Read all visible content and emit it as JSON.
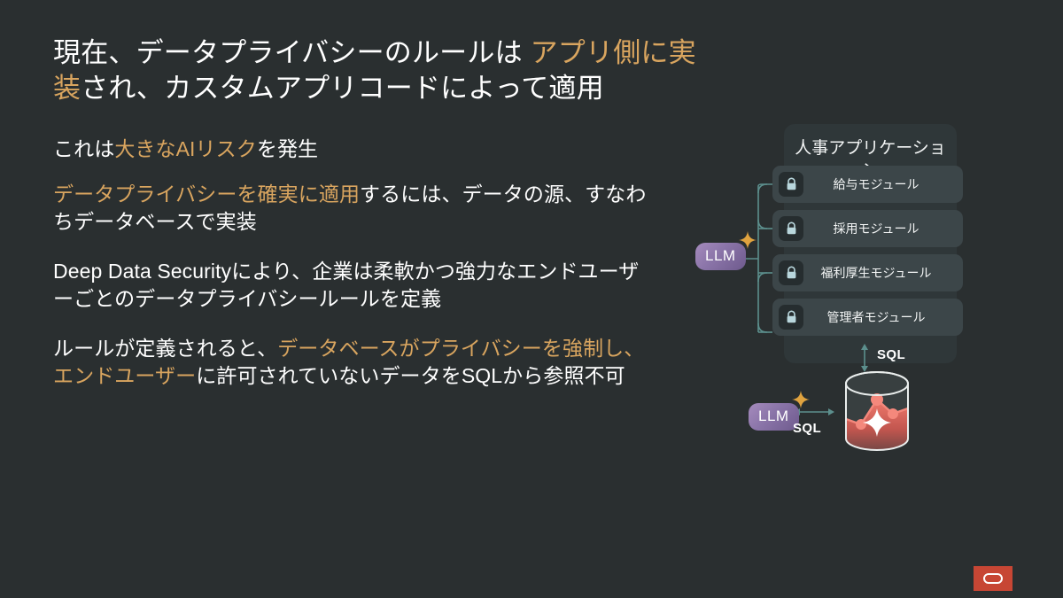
{
  "slide": {
    "background_color": "#2a2f30",
    "accent_color": "#d9a55f",
    "title": {
      "part1": "現在、データプライバシーのルールは ",
      "accent": "アプリ側に実装",
      "part2": "され、カスタムアプリコードによって適用"
    },
    "paragraphs": [
      {
        "id": "risk",
        "segments": [
          {
            "text": "これは",
            "accent": false
          },
          {
            "text": "大きなAIリスク",
            "accent": true
          },
          {
            "text": "を発生",
            "accent": false
          }
        ]
      },
      {
        "id": "enforce-at-source",
        "segments": [
          {
            "text": "データプライバシーを確実に適用",
            "accent": true
          },
          {
            "text": "するには、データの源、すなわちデータベースで実装",
            "accent": false
          }
        ]
      },
      {
        "id": "deep-data-security",
        "segments": [
          {
            "text": "Deep Data Securityにより、企業は柔軟かつ強力なエンドユーザーごとのデータプライバシールールを定義",
            "accent": false
          }
        ]
      },
      {
        "id": "rules-defined",
        "segments": [
          {
            "text": "ルールが定義されると、",
            "accent": false
          },
          {
            "text": "データベースがプライバシーを強制し、エンドユーザー",
            "accent": true
          },
          {
            "text": "に許可されていないデータをSQLから参照不可",
            "accent": false
          }
        ]
      }
    ]
  },
  "diagram": {
    "app_card": {
      "title": "人事アプリケーション"
    },
    "modules": [
      {
        "label": "給与モジュール",
        "icon": "lock-icon"
      },
      {
        "label": "採用モジュール",
        "icon": "lock-icon"
      },
      {
        "label": "福利厚生モジュール",
        "icon": "lock-icon"
      },
      {
        "label": "管理者モジュール",
        "icon": "lock-icon"
      }
    ],
    "llm_top": {
      "label": "LLM",
      "color": "#8a74a8"
    },
    "llm_bottom": {
      "label": "LLM",
      "color": "#8a74a8"
    },
    "sql_vertical_label": "SQL",
    "sql_horizontal_label": "SQL",
    "connector_color": "#5c8f8d",
    "sparkle_color": "#e0a33f",
    "database": {
      "icon": "database-cylinder-icon",
      "fill_color": "#e4685c",
      "star_icon": "sparkle-star-icon"
    }
  },
  "branding": {
    "logo": "oracle-logo",
    "logo_color": "#c74634"
  }
}
